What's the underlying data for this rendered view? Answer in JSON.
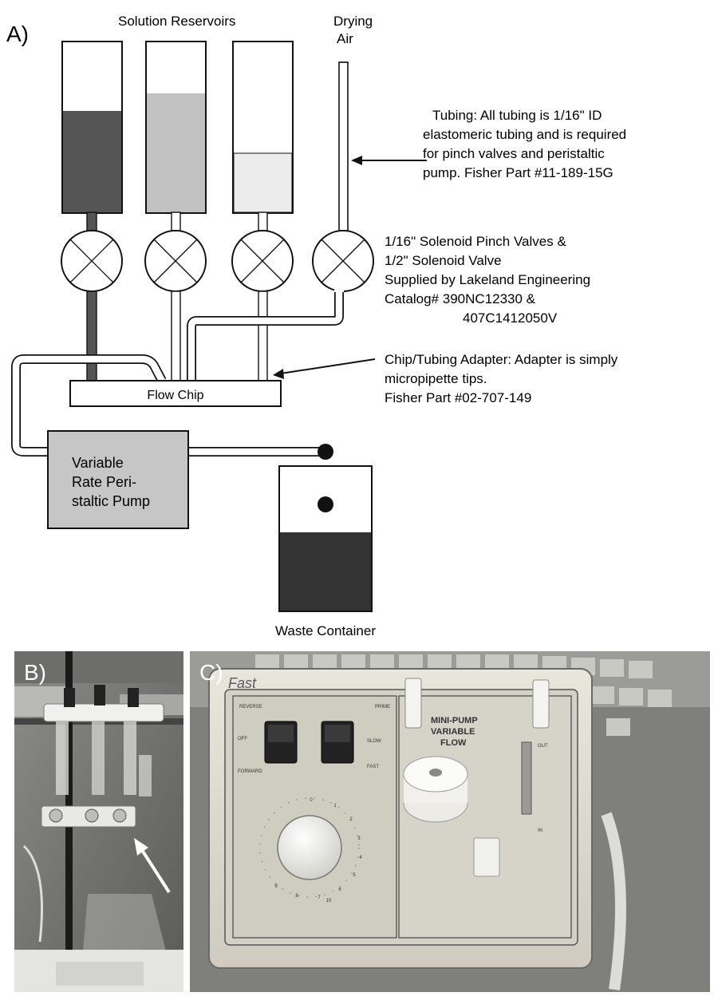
{
  "panel_a": {
    "label": "A)",
    "reservoirs_title": "Solution Reservoirs",
    "drying_air_line1": "Drying",
    "drying_air_line2": "Air",
    "tubing_note": [
      "Tubing:  All tubing is 1/16\" ID",
      "elastomeric tubing and is required",
      "for pinch valves and peristaltic",
      "pump.  Fisher Part #11-189-15G"
    ],
    "valve_note": [
      "1/16\" Solenoid Pinch Valves &",
      "1/2\" Solenoid Valve",
      "Supplied by Lakeland Engineering",
      "Catalog# 390NC12330 &",
      "407C1412050V"
    ],
    "adapter_note": [
      "Chip/Tubing Adapter: Adapter is simply",
      "micropipette tips.",
      "Fisher Part #02-707-149"
    ],
    "flow_chip_label": "Flow Chip",
    "pump_label": [
      "Variable",
      "Rate Peri-",
      "staltic  Pump"
    ],
    "waste_label": "Waste Container",
    "reservoir_fill_levels": [
      0.6,
      0.72,
      0.35
    ],
    "colors": {
      "dark": "#555555",
      "medium": "#c2c2c2",
      "light": "#ececec",
      "pump": "#c6c6c6",
      "waste": "#333333"
    }
  },
  "panel_b": {
    "label": "B)"
  },
  "panel_c": {
    "label": "C)",
    "handwritten": "Fast",
    "brand_lines": [
      "MINI-PUMP",
      "VARIABLE",
      "FLOW"
    ],
    "switch_labels": {
      "reverse": "REVERSE",
      "prime": "PRIME",
      "off": "OFF",
      "forward": "FORWARD",
      "slow": "SLOW",
      "fast": "FAST",
      "out": "OUT",
      "in": "IN"
    },
    "dial_numbers": [
      "0",
      "1",
      "2",
      "3",
      "4",
      "5",
      "6",
      "7",
      "8",
      "9",
      "10"
    ]
  }
}
